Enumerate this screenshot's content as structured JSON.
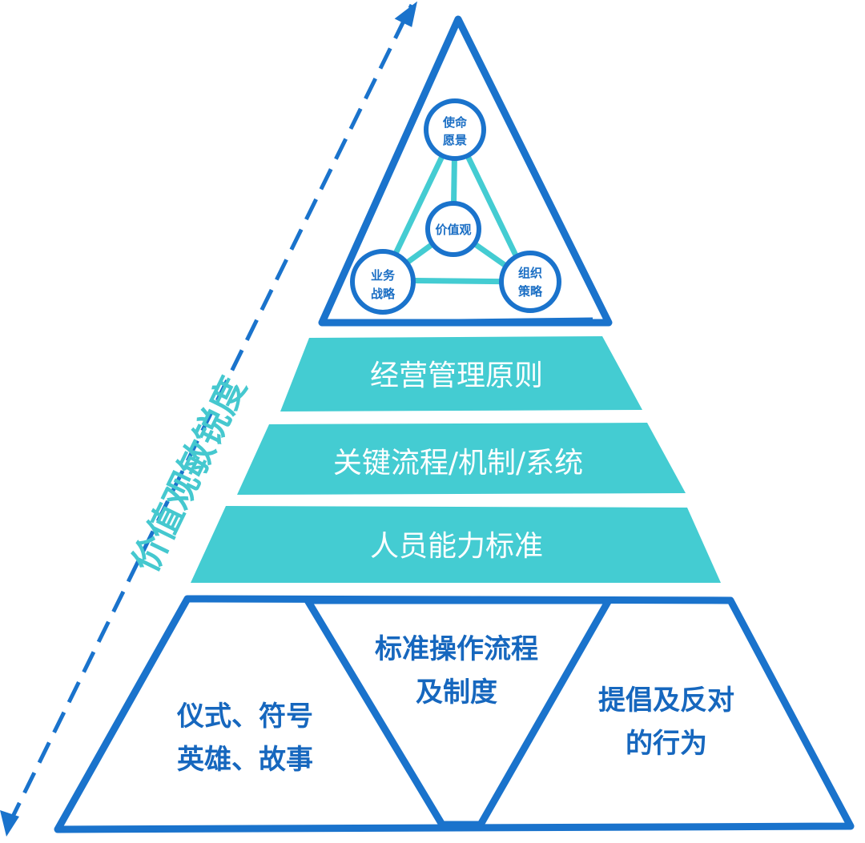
{
  "colors": {
    "blue": "#1a73cc",
    "teal": "#44ccd2",
    "white": "#ffffff"
  },
  "axis": {
    "label": "价值观敏锐度"
  },
  "top": {
    "nodes": {
      "mission": {
        "line1": "使命",
        "line2": "愿景"
      },
      "values": {
        "line1": "价值观"
      },
      "business": {
        "line1": "业务",
        "line2": "战略"
      },
      "org": {
        "line1": "组织",
        "line2": "策略"
      }
    }
  },
  "bands": [
    {
      "label": "经营管理原则"
    },
    {
      "label": "关键流程/机制/系统"
    },
    {
      "label": "人员能力标准"
    }
  ],
  "bottom": {
    "left": {
      "line1": "仪式、符号",
      "line2": "英雄、故事"
    },
    "middle": {
      "line1": "标准操作流程",
      "line2": "及制度"
    },
    "right": {
      "line1": "提倡及反对",
      "line2": "的行为"
    }
  }
}
